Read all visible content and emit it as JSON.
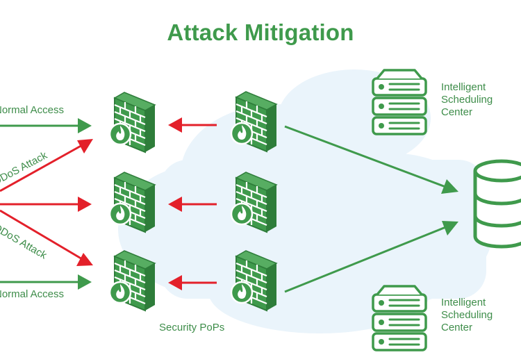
{
  "title": "Attack Mitigation",
  "labels": {
    "normal_access_top": "Normal Access",
    "ddos_attack_top": "DDoS Attack",
    "ddos_attack_bottom": "DDoS Attack",
    "normal_access_bottom": "Normal Access",
    "security_pops": "Security PoPs",
    "isc_top": [
      "Intelligent",
      "Scheduling",
      "Center"
    ],
    "isc_bottom": [
      "Intelligent",
      "Scheduling",
      "Center"
    ]
  },
  "colors": {
    "green": "#3f9a4c",
    "dark_green": "#2e7d3a",
    "red": "#e3202a",
    "cloud": "#eaf4fb",
    "white": "#ffffff"
  },
  "icons": [
    "firewall-icon",
    "server-icon",
    "database-icon",
    "cloud-icon",
    "arrow-icon"
  ]
}
